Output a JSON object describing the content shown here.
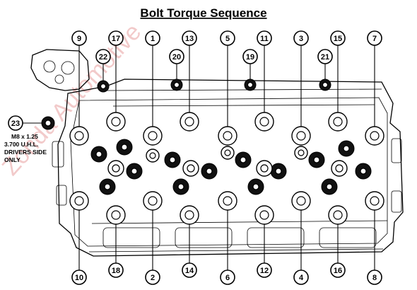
{
  "title": "Bolt Torque Sequence",
  "watermark": "Zonda Automotive",
  "note": {
    "line1": "M8 x 1.25",
    "line2": "3.700 U.H.L.",
    "line3": "DRIVERS SIDE",
    "line4": "ONLY"
  },
  "callouts_top": [
    "9",
    "17",
    "1",
    "13",
    "5",
    "11",
    "3",
    "15",
    "7"
  ],
  "callouts_mid": [
    "22",
    "20",
    "19",
    "21"
  ],
  "callouts_side": [
    "23"
  ],
  "callouts_bottom": [
    "10",
    "18",
    "2",
    "14",
    "6",
    "12",
    "4",
    "16",
    "8"
  ]
}
